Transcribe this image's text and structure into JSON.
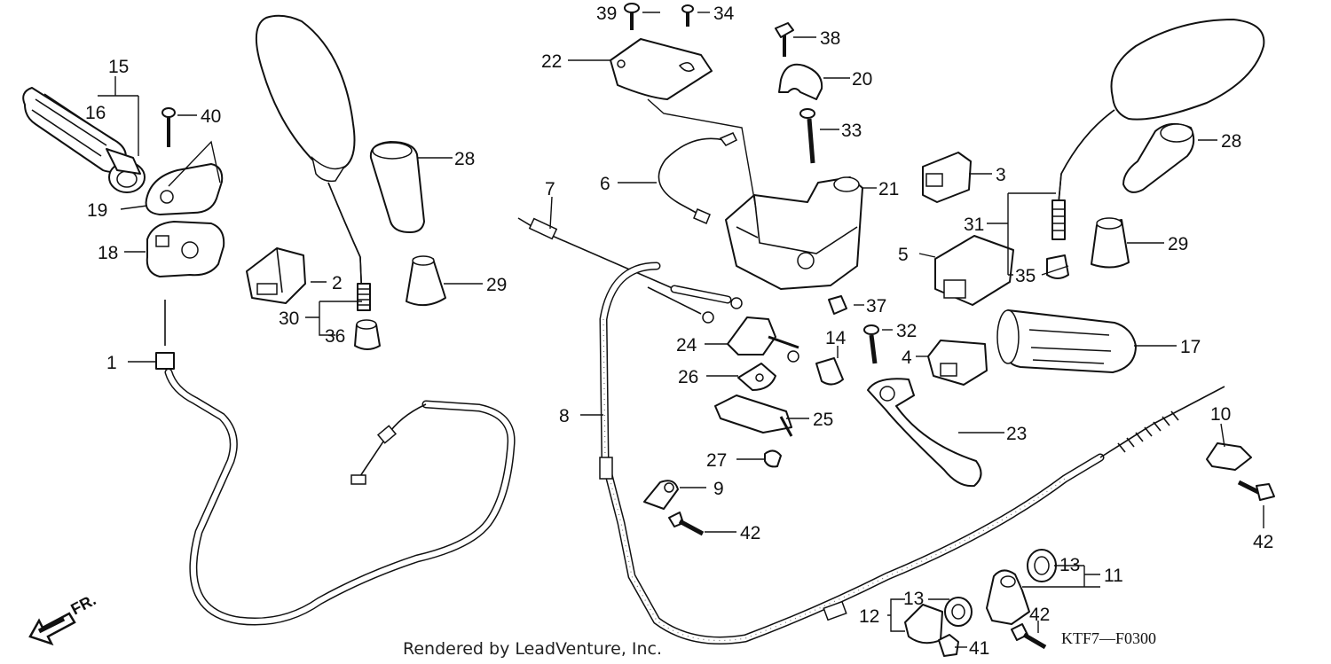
{
  "callouts": {
    "c1": "1",
    "c2": "2",
    "c3": "3",
    "c4": "4",
    "c5": "5",
    "c6": "6",
    "c7": "7",
    "c8": "8",
    "c9": "9",
    "c10": "10",
    "c11": "11",
    "c12": "12",
    "c13a": "13",
    "c13b": "13",
    "c14": "14",
    "c15": "15",
    "c16": "16",
    "c17": "17",
    "c18": "18",
    "c19": "19",
    "c20": "20",
    "c21": "21",
    "c22": "22",
    "c23": "23",
    "c24": "24",
    "c25": "25",
    "c26": "26",
    "c27": "27",
    "c28a": "28",
    "c28b": "28",
    "c29a": "29",
    "c29b": "29",
    "c30": "30",
    "c31": "31",
    "c32": "32",
    "c33": "33",
    "c34": "34",
    "c35": "35",
    "c36": "36",
    "c37": "37",
    "c38": "38",
    "c39": "39",
    "c40": "40",
    "c41": "41",
    "c42a": "42",
    "c42b": "42",
    "c42c": "42"
  },
  "direction_label": "FR.",
  "footer_text": "Rendered by LeadVenture, Inc.",
  "diagram_code": "KTF7—F0300"
}
